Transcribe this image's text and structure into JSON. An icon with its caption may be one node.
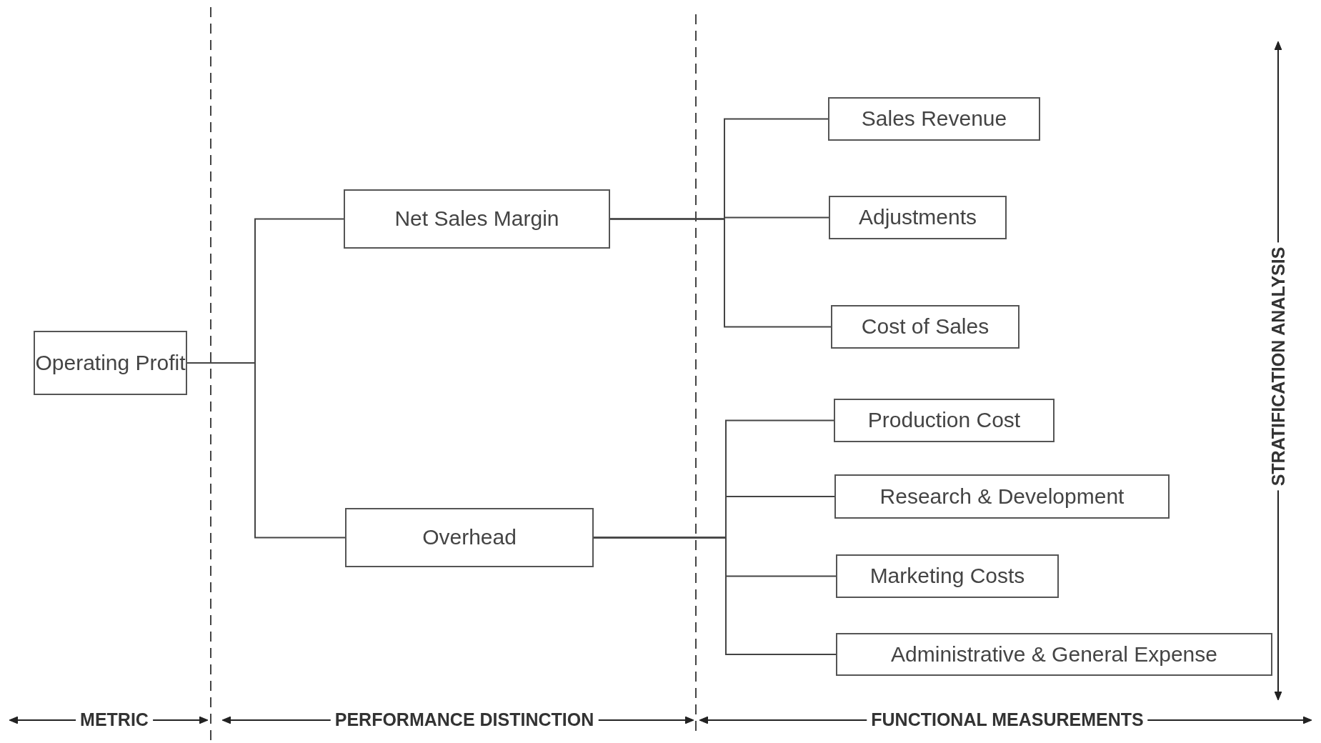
{
  "diagram": {
    "nodes": [
      {
        "text": [
          "Operating Profit"
        ]
      },
      {
        "text": [
          "Net Sales Margin"
        ]
      },
      {
        "text": [
          "Overhead"
        ]
      },
      {
        "text": [
          "Sales Revenue"
        ]
      },
      {
        "text": [
          "Adjustments"
        ]
      },
      {
        "text": [
          "Cost of Sales"
        ]
      },
      {
        "text": [
          "Production Cost"
        ]
      },
      {
        "text": [
          "Research & Development"
        ]
      },
      {
        "text": [
          "Marketing Costs"
        ]
      },
      {
        "text": [
          "Administrative & General Expense"
        ]
      }
    ],
    "edges": [
      {
        "from": 0,
        "to": 1,
        "arrow": "none"
      },
      {
        "from": 0,
        "to": 2,
        "arrow": "none"
      },
      {
        "from": 1,
        "to": 3,
        "arrow": "none"
      },
      {
        "from": 1,
        "to": 4,
        "arrow": "none"
      },
      {
        "from": 1,
        "to": 5,
        "arrow": "none"
      },
      {
        "from": 2,
        "to": 6,
        "arrow": "none"
      },
      {
        "from": 2,
        "to": 7,
        "arrow": "none"
      },
      {
        "from": 2,
        "to": 8,
        "arrow": "none"
      },
      {
        "from": 2,
        "to": 9,
        "arrow": "none"
      }
    ],
    "labels": [
      "METRIC",
      "PERFORMANCE DISTINCTION",
      "FUNCTIONAL MEASUREMENTS",
      "STRATIFICATION ANALYSIS"
    ]
  }
}
